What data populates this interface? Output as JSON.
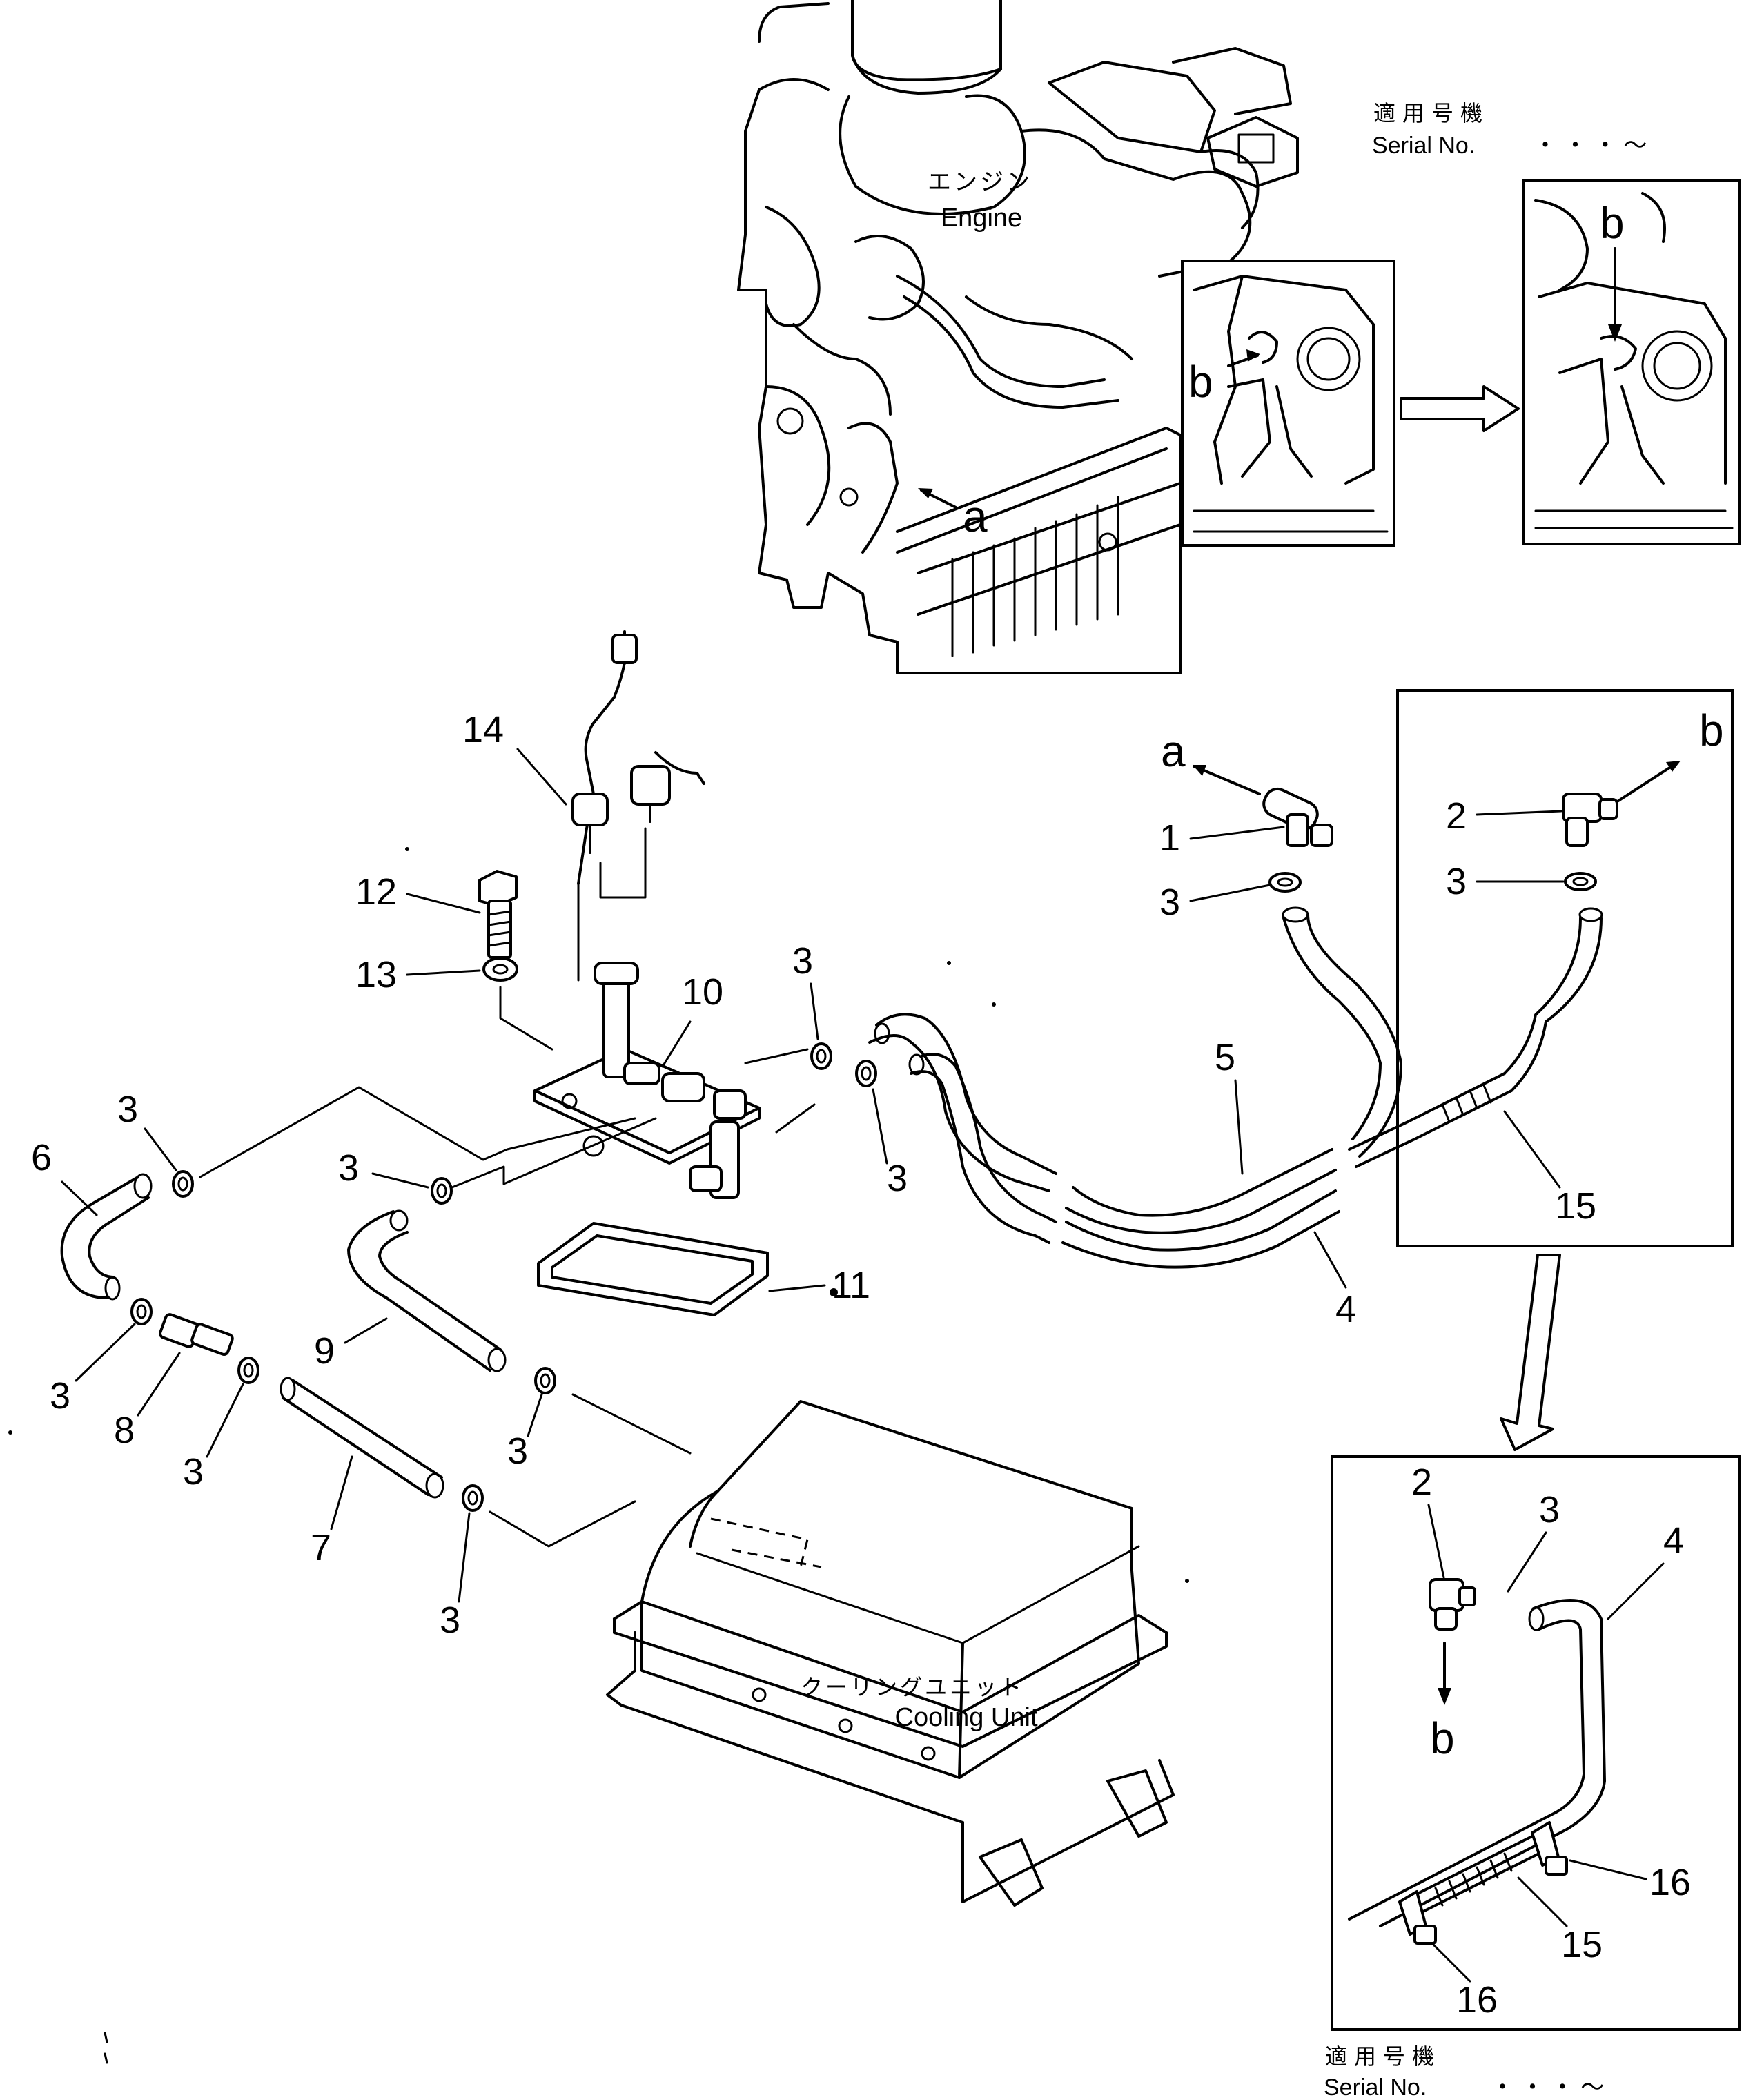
{
  "labels": {
    "engine_jp": "エンジン",
    "engine_en": "Engine",
    "cooling_jp": "クーリングユニット",
    "cooling_en": "Cooling Unit",
    "serial_jp": "適用号機",
    "serial_en": "Serial No.",
    "serial_value": "・  ・  ・  ～",
    "letter_a": "a",
    "letter_b": "b"
  },
  "parts": {
    "p1": "1",
    "p2": "2",
    "p3": "3",
    "p4": "4",
    "p5": "5",
    "p6": "6",
    "p7": "7",
    "p8": "8",
    "p9": "9",
    "p10": "10",
    "p11": "11",
    "p12": "12",
    "p13": "13",
    "p14": "14",
    "p15": "15",
    "p16": "16"
  }
}
